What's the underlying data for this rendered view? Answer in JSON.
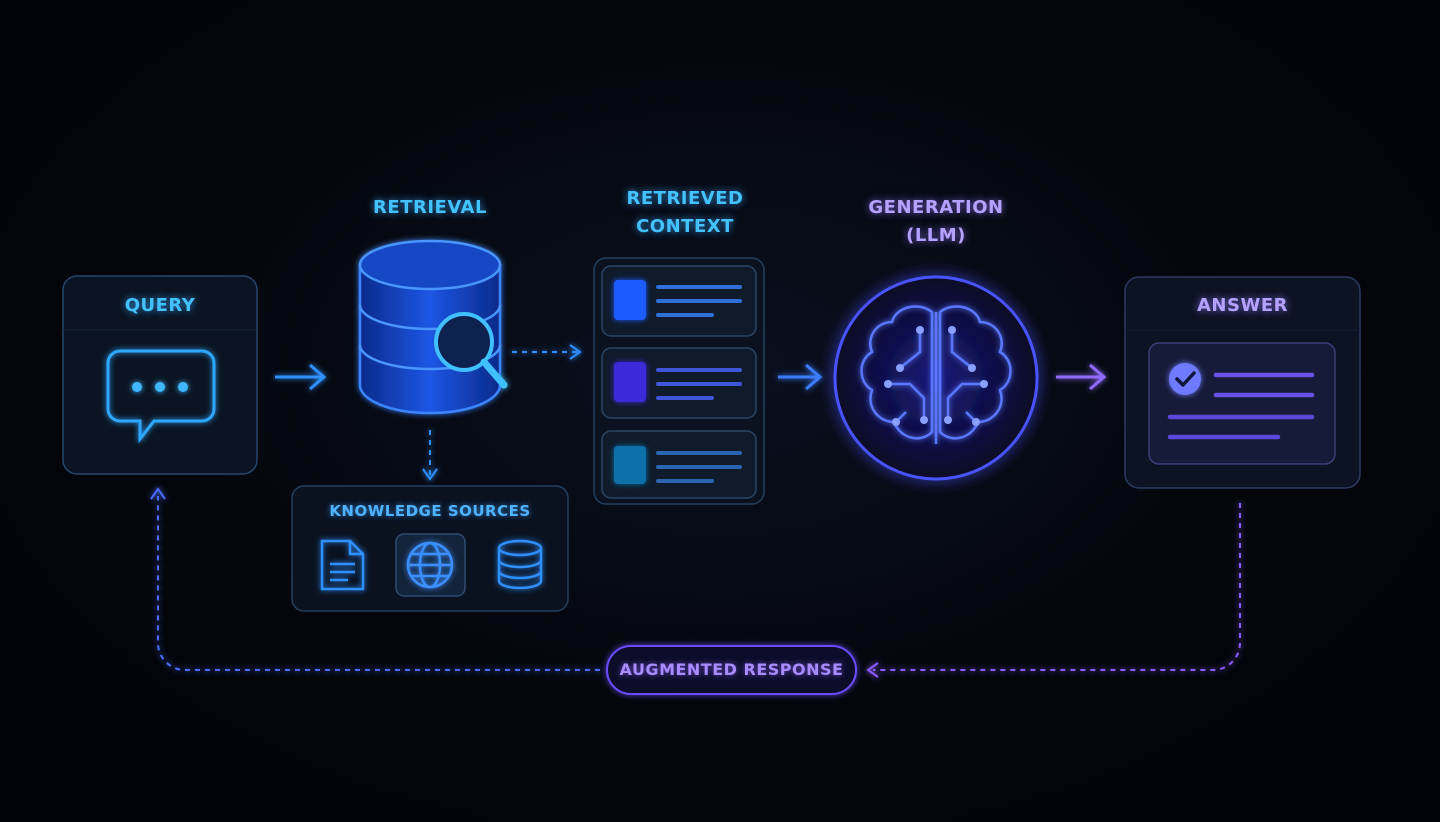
{
  "labels": {
    "query": "QUERY",
    "retrieval": "RETRIEVAL",
    "retrieved_context_line1": "RETRIEVED",
    "retrieved_context_line2": "CONTEXT",
    "generation_line1": "GENERATION",
    "generation_line2": "(LLM)",
    "answer": "ANSWER",
    "knowledge_sources": "KNOWLEDGE SOURCES",
    "augmented_response": "AUGMENTED RESPONSE"
  },
  "icons": {
    "query": "chat-bubble-icon",
    "retrieval": "database-search-icon",
    "generation": "brain-circuit-icon",
    "answer": "checklist-icon",
    "knowledge_sources": [
      "document-icon",
      "globe-icon",
      "database-icon"
    ]
  },
  "colors": {
    "background": "#03050b",
    "cyan": "#3fb7ff",
    "blue": "#2f6bff",
    "violet": "#8f6bff"
  }
}
